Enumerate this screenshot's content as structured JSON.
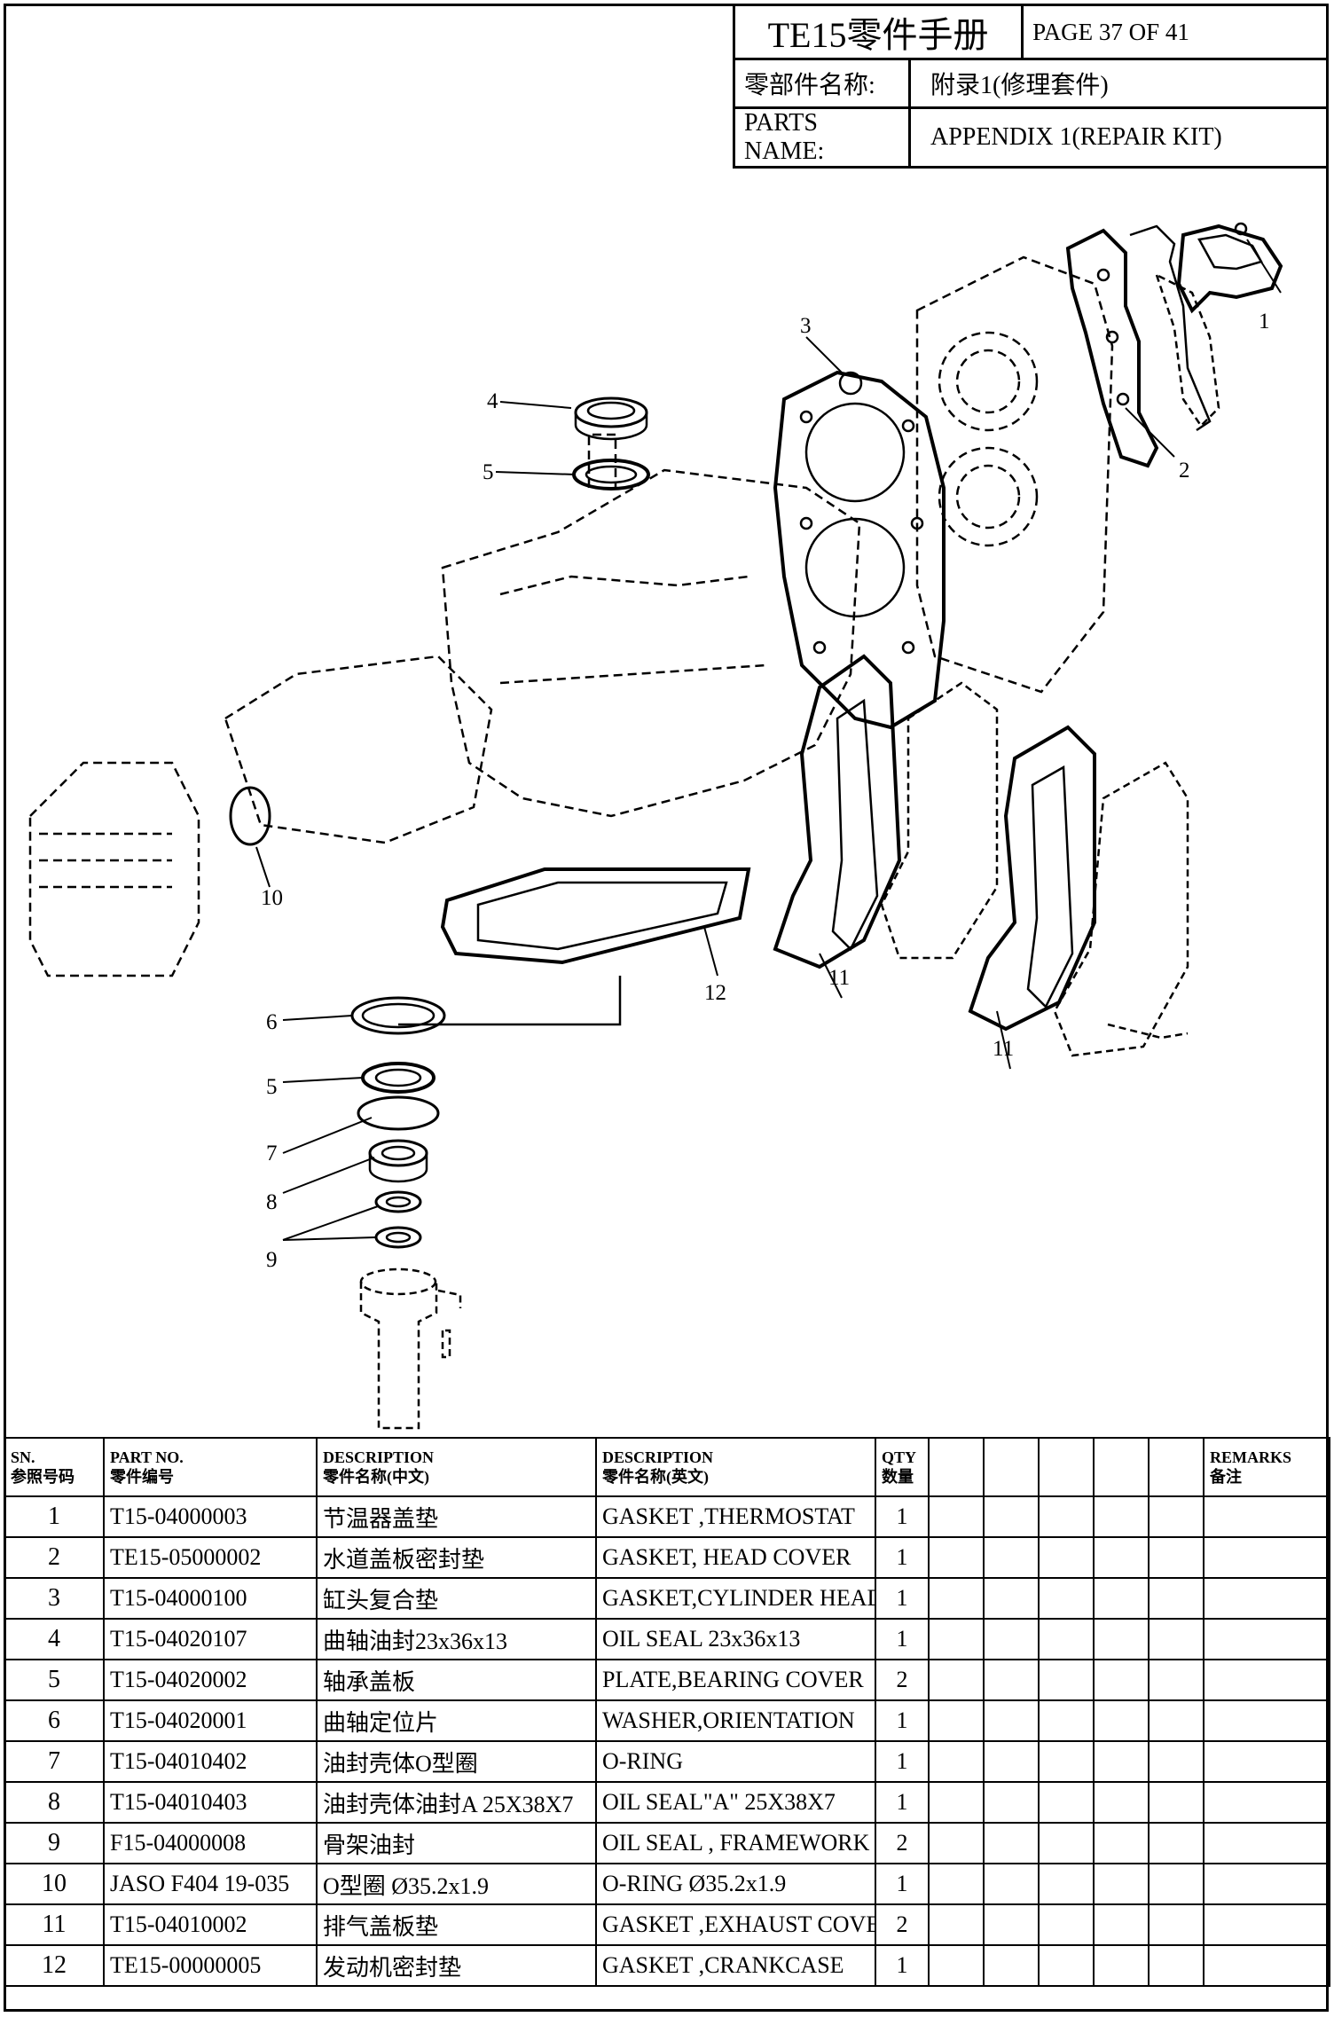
{
  "header": {
    "title": "TE15零件手册",
    "page": "PAGE 37 OF 41",
    "cn_label": "零部件名称:",
    "cn_value": "附录1(修理套件)",
    "en_label": "PARTS NAME:",
    "en_value": "APPENDIX 1(REPAIR KIT)"
  },
  "callouts": [
    "1",
    "2",
    "3",
    "4",
    "5",
    "10",
    "12",
    "11",
    "11",
    "6",
    "5",
    "7",
    "8",
    "9"
  ],
  "table": {
    "headers": {
      "sn_en": "SN.",
      "sn_cn": "参照号码",
      "part_en": "PART NO.",
      "part_cn": "零件编号",
      "desc_cn_en": "DESCRIPTION",
      "desc_cn_cn": "零件名称(中文)",
      "desc_en_en": "DESCRIPTION",
      "desc_en_cn": "零件名称(英文)",
      "qty_en": "QTY",
      "qty_cn": "数量",
      "remarks_en": "REMARKS",
      "remarks_cn": "备注"
    },
    "rows": [
      {
        "sn": "1",
        "part": "T15-04000003",
        "cn": "节温器盖垫",
        "en": "GASKET ,THERMOSTAT",
        "qty": "1"
      },
      {
        "sn": "2",
        "part": "TE15-05000002",
        "cn": "水道盖板密封垫",
        "en": "GASKET, HEAD COVER",
        "qty": "1"
      },
      {
        "sn": "3",
        "part": "T15-04000100",
        "cn": "缸头复合垫",
        "en": "GASKET,CYLINDER HEAD",
        "qty": "1"
      },
      {
        "sn": "4",
        "part": "T15-04020107",
        "cn": "曲轴油封23x36x13",
        "en": "OIL SEAL 23x36x13",
        "qty": "1"
      },
      {
        "sn": "5",
        "part": "T15-04020002",
        "cn": "轴承盖板",
        "en": "PLATE,BEARING COVER",
        "qty": "2"
      },
      {
        "sn": "6",
        "part": "T15-04020001",
        "cn": "曲轴定位片",
        "en": "WASHER,ORIENTATION",
        "qty": "1"
      },
      {
        "sn": "7",
        "part": "T15-04010402",
        "cn": "油封壳体O型圈",
        "en": "O-RING",
        "qty": "1"
      },
      {
        "sn": "8",
        "part": "T15-04010403",
        "cn": "油封壳体油封A 25X38X7",
        "en": "OIL SEAL\"A\" 25X38X7",
        "qty": "1"
      },
      {
        "sn": "9",
        "part": "F15-04000008",
        "cn": "骨架油封",
        "en": "OIL SEAL , FRAMEWORK",
        "qty": "2"
      },
      {
        "sn": "10",
        "part": "JASO F404 19-035",
        "cn": "O型圈 Ø35.2x1.9",
        "en": "O-RING Ø35.2x1.9",
        "qty": "1"
      },
      {
        "sn": "11",
        "part": "T15-04010002",
        "cn": "排气盖板垫",
        "en": "GASKET ,EXHAUST COVER",
        "qty": "2"
      },
      {
        "sn": "12",
        "part": "TE15-00000005",
        "cn": "发动机密封垫",
        "en": "GASKET ,CRANKCASE",
        "qty": "1"
      }
    ]
  }
}
